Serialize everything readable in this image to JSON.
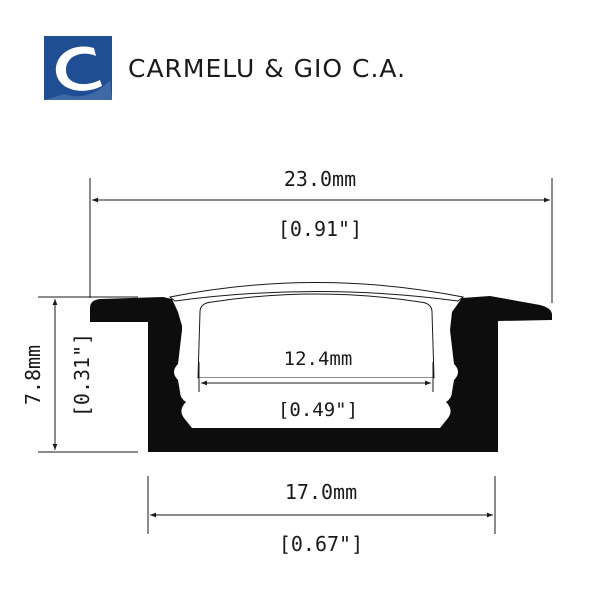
{
  "brand": {
    "name": "CARMELU & GIO C.A.",
    "logo_icon": "c-logo-icon",
    "logo_color": "#1f4e94"
  },
  "dimensions": {
    "overall_width": {
      "mm": "23.0mm",
      "inch": "[0.91\"]"
    },
    "inner_width": {
      "mm": "12.4mm",
      "inch": "[0.49\"]"
    },
    "channel_width": {
      "mm": "17.0mm",
      "inch": "[0.67\"]"
    },
    "height": {
      "mm": "7.8mm",
      "inch": "[0.31\"]"
    }
  },
  "colors": {
    "profile": "#0d0d0d",
    "line": "#1a1a1a"
  }
}
